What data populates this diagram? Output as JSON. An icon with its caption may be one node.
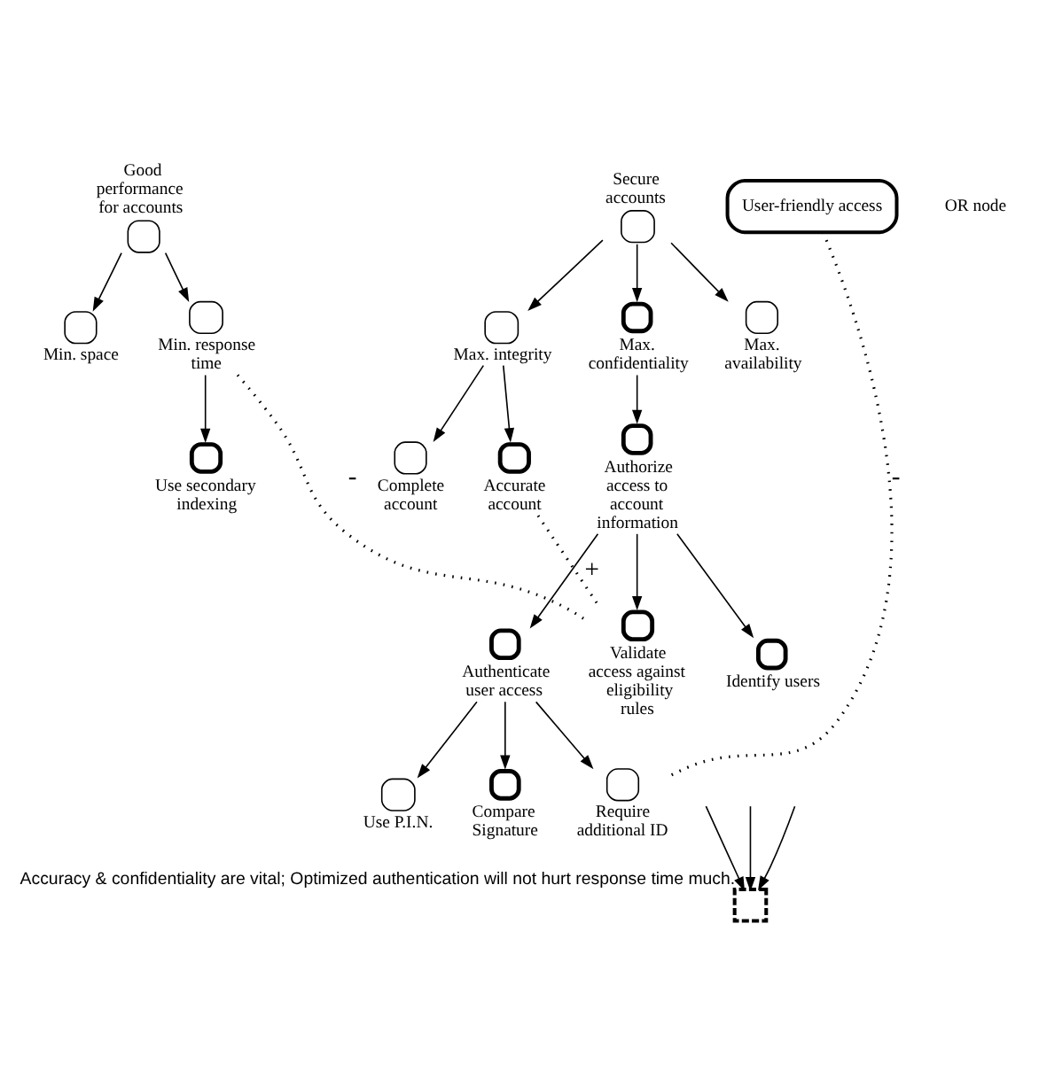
{
  "diagram": {
    "nodes": [
      {
        "text": [
          "Good performance for accounts"
        ]
      },
      {
        "text": [
          "Secure accounts"
        ]
      },
      {
        "text": [
          "User-friendly access"
        ]
      },
      {
        "text": [
          "Max. integrity"
        ]
      },
      {
        "text": [
          "Max. confidentiality"
        ]
      },
      {
        "text": [
          "Max. availability"
        ]
      },
      {
        "text": [
          "Complete account"
        ]
      },
      {
        "text": [
          "Accurate account"
        ]
      },
      {
        "text": [
          "Authorize access to account information"
        ]
      },
      {
        "text": [
          "Min. space"
        ]
      },
      {
        "text": [
          "Min. response time"
        ]
      },
      {
        "text": [
          "Authenticate user access"
        ]
      },
      {
        "text": [
          "Identify users"
        ]
      },
      {
        "text": [
          "Use secondary indexing"
        ]
      },
      {
        "text": [
          "Use P.I.N."
        ]
      },
      {
        "text": [
          "Compare Signature"
        ]
      },
      {
        "text": [
          "Require additional ID"
        ]
      },
      {
        "text": [
          "Validate access against eligibility rules"
        ]
      },
      {
        "text": [],
        "shape": "box",
        "beside": [
          "Accuracy & confidentiality are vital; Optimized authentication will not hurt response time much."
        ]
      }
    ],
    "edges": [
      {
        "from": 0,
        "to": 9,
        "arrow": "to"
      },
      {
        "from": 0,
        "to": 10,
        "arrow": "to"
      },
      {
        "from": 1,
        "to": 3,
        "arrow": "to"
      },
      {
        "from": 1,
        "to": 4,
        "arrow": "to"
      },
      {
        "from": 1,
        "to": 5,
        "arrow": "to"
      },
      {
        "from": 3,
        "to": 6,
        "arrow": "to"
      },
      {
        "from": 3,
        "to": 7,
        "arrow": "to"
      },
      {
        "from": 4,
        "to": 8,
        "arrow": "to"
      },
      {
        "from": 8,
        "to": 12,
        "arrow": "to"
      },
      {
        "from": 8,
        "to": 11,
        "arrow": "to"
      },
      {
        "from": 8,
        "to": 17,
        "arrow": "to"
      },
      {
        "from": 10,
        "to": 13,
        "arrow": "to"
      },
      {
        "from": 11,
        "to": 14,
        "arrow": "to"
      },
      {
        "from": 11,
        "to": 15,
        "arrow": "to"
      },
      {
        "from": 11,
        "to": 16,
        "arrow": "to"
      },
      {
        "from": 7,
        "to": 17,
        "arrow": "none",
        "style": "dashed",
        "label": "+"
      },
      {
        "from": 10,
        "to": 17,
        "arrow": "none",
        "style": "dashed",
        "label": "-"
      },
      {
        "from": 2,
        "to": 16,
        "arrow": "none",
        "style": "dashed",
        "label": "-"
      },
      {
        "from": null,
        "to": 18,
        "arrow": "to"
      },
      {
        "from": null,
        "to": 18,
        "arrow": "to"
      },
      {
        "from": null,
        "to": 18,
        "arrow": "to"
      }
    ],
    "labels": [
      "OR node"
    ]
  }
}
